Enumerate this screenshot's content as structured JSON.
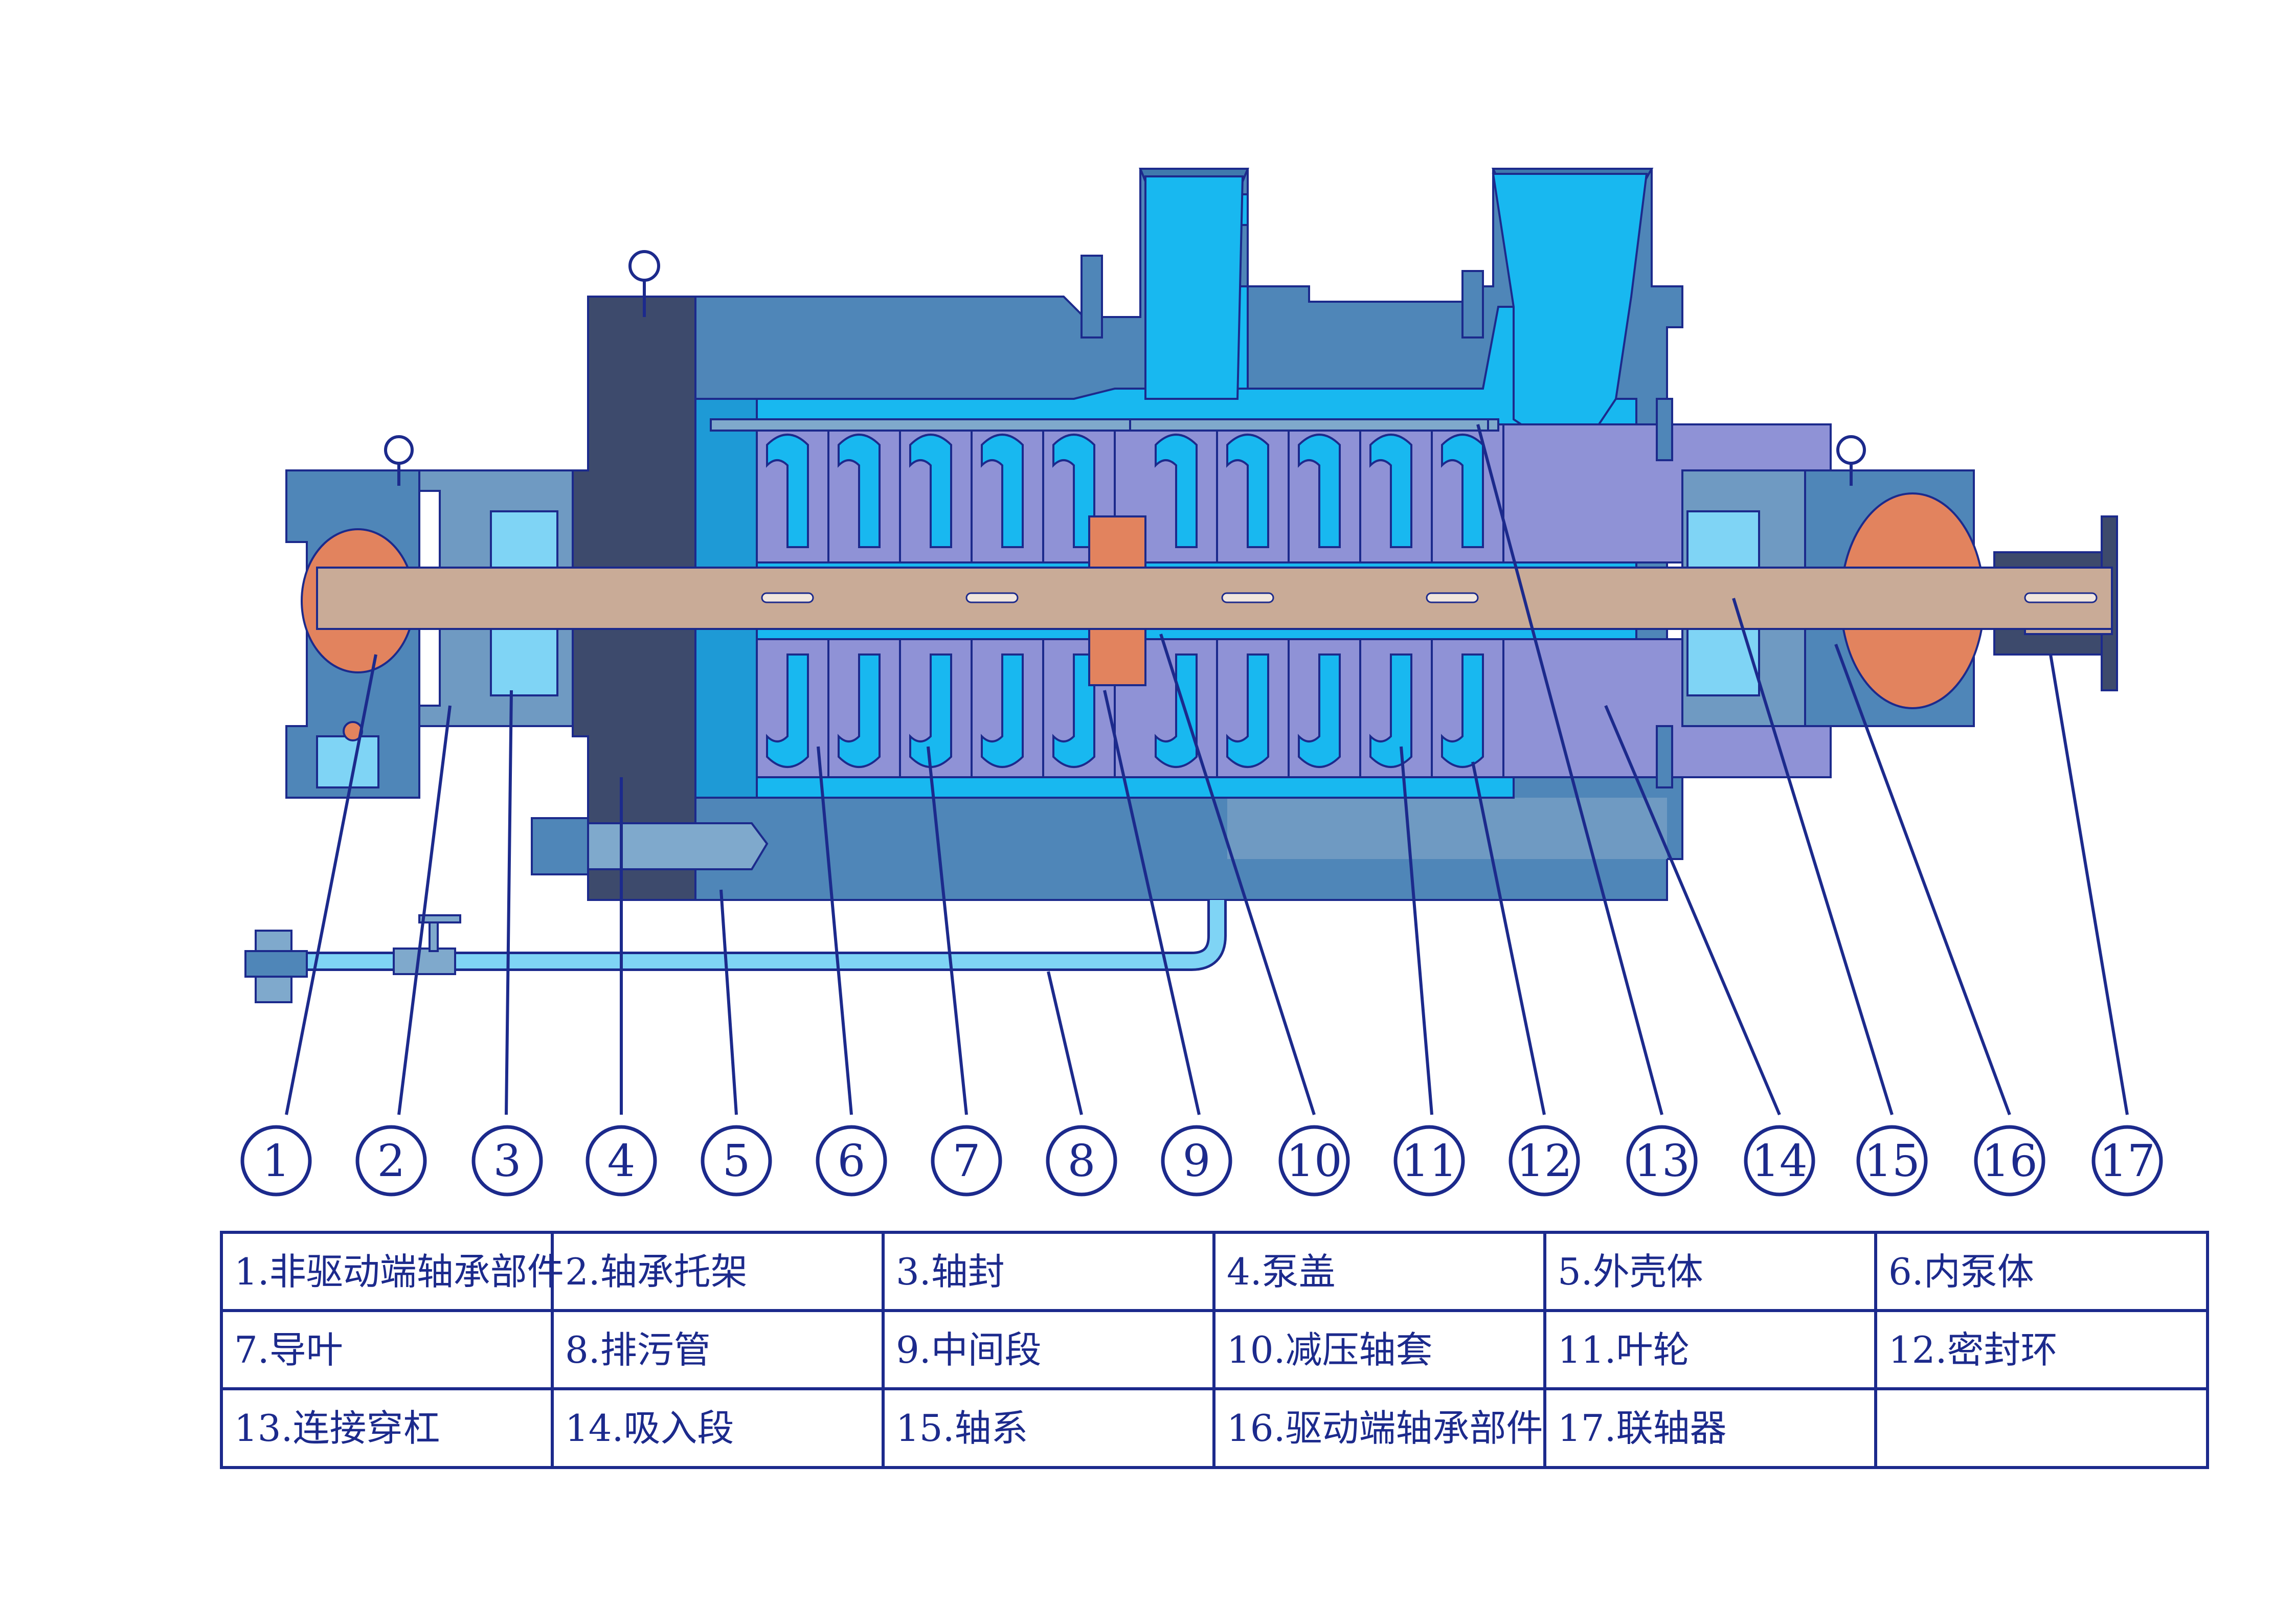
{
  "diagram": {
    "title": "",
    "callouts": [
      "1",
      "2",
      "3",
      "4",
      "5",
      "6",
      "7",
      "8",
      "9",
      "10",
      "11",
      "12",
      "13",
      "14",
      "15",
      "16",
      "17"
    ],
    "legend": [
      [
        "1.非驱动端轴承部件",
        "2.轴承托架",
        "3.轴封",
        "4.泵盖",
        "5.外壳体",
        "6.内泵体"
      ],
      [
        "7.导叶",
        "8.排污管",
        "9.中间段",
        "10.减压轴套",
        "11.叶轮",
        "12.密封环"
      ],
      [
        "13.连接穿杠",
        "14.吸入段",
        "15.轴系",
        "16.驱动端轴承部件",
        "17.联轴器",
        ""
      ]
    ]
  },
  "colors": {
    "outline": "#1c2a8c",
    "casing": "#4f86b8",
    "casing_light": "#7fa9cc",
    "water": "#18b8f0",
    "water_light": "#7fd4f5",
    "impeller": "#8f92d6",
    "cover": "#3d4a6c",
    "shaft": "#c9ab97",
    "bearing": "#e2835e",
    "bracket": "#6f9ac2"
  }
}
